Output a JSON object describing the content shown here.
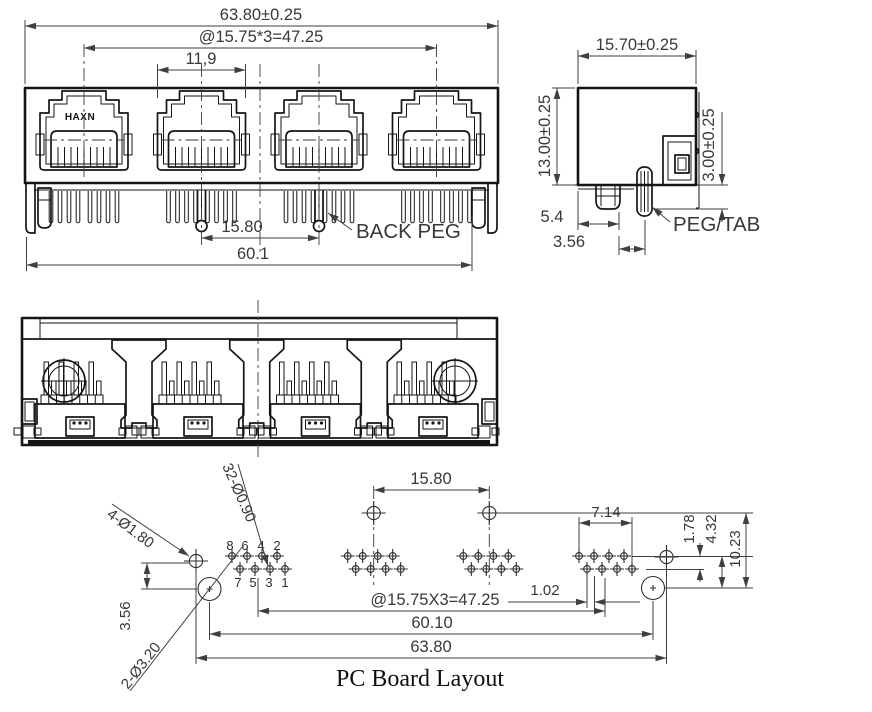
{
  "title": "PC Board Layout",
  "brand": "HAXN",
  "front_view": {
    "dim_overall": "63.80±0.25",
    "dim_pitch": "@15.75*3=47.25",
    "dim_opening": "11,9",
    "dim_peg_spacing": "15.80",
    "dim_shield": "60.1",
    "label_back_peg": "BACK PEG"
  },
  "side_view": {
    "dim_depth": "15.70±0.25",
    "dim_height": "13.00±0.25",
    "dim_tab": "3.00±0.25",
    "dim_peg_offset": "5.4",
    "dim_tab_offset": "3.56",
    "label_peg_tab": "PEG/TAB"
  },
  "pcb": {
    "dim_peg_spacing": "15.80",
    "dim_group_width": "7.14",
    "dim_row_gap": "1.78",
    "dim_row_to_hole": "4.32",
    "dim_hole_span": "10.23",
    "dim_stagger": "1.02",
    "dim_pitch": "@15.75X3=47.25",
    "dim_mount_span": "60.10",
    "dim_overall": "63.80",
    "dim_hole_offset": "3.56",
    "callout_pin_holes": "32-Ø0.90",
    "callout_small_holes": "4-Ø1.80",
    "callout_mount_holes": "2-Ø3.20",
    "pins_top": [
      "8",
      "6",
      "4",
      "2"
    ],
    "pins_bottom": [
      "7",
      "5",
      "3",
      "1"
    ]
  }
}
